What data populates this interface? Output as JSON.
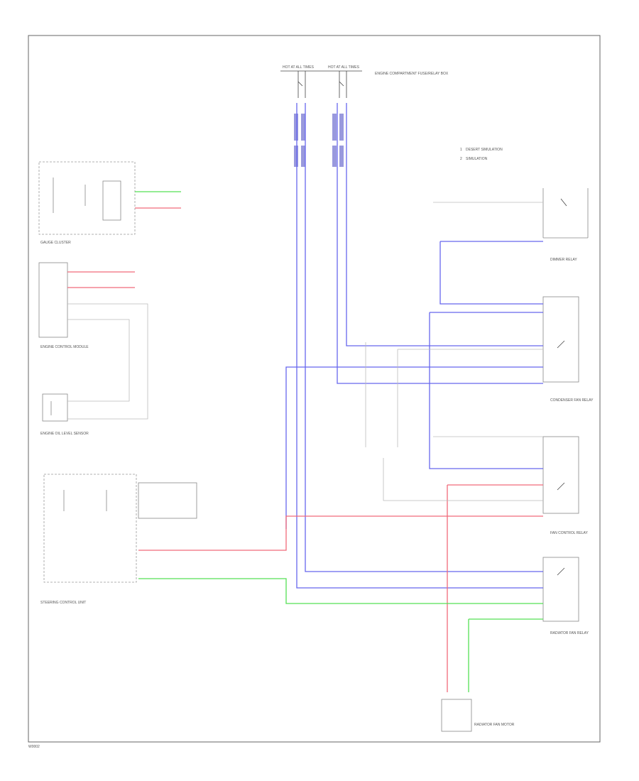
{
  "components": {
    "top_fuse_block": "ENGINE COMPARTMENT FUSE/RELAY BOX",
    "gauge_box": "GAUGE CLUSTER",
    "engine_control_unit": "ENGINE CONTROL MODULE",
    "engine_sensor": "ENGINE OIL LEVEL SENSOR",
    "steering_unit": "STEERING CONTROL UNIT",
    "dimmer_relay": "DIMMER RELAY",
    "condenser_relay": "CONDENSER FAN RELAY",
    "fan_control_relay": "FAN CONTROL RELAY",
    "radiator_relay": "RADIATOR FAN RELAY",
    "radiator_motor": "RADIATOR FAN MOTOR"
  },
  "legend": {
    "item1": "DESERT SIMULATION",
    "item2": "SIMULATION"
  },
  "labels": {
    "bottom_left_code": "W0002"
  },
  "colors": {
    "blue_wire": "#6666ee",
    "red_wire": "#f06a7a",
    "green_wire": "#55e055",
    "grey_wire": "#bbbbbb"
  }
}
